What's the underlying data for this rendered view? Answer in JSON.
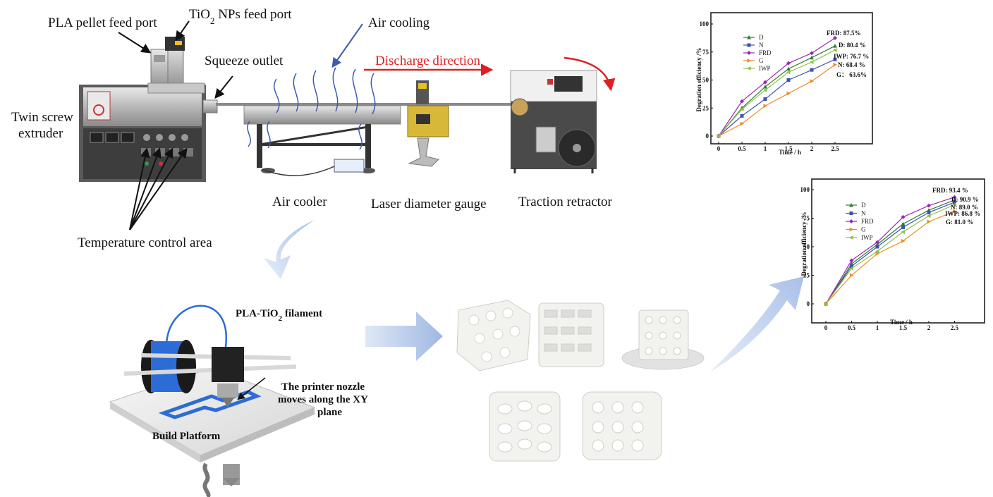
{
  "labels": {
    "pla_feed": "PLA pellet feed port",
    "tio2_feed_main": "TiO",
    "tio2_feed_sub": "2",
    "tio2_feed_tail": " NPs feed port",
    "air_cooling": "Air cooling",
    "squeeze_outlet": "Squeeze outlet",
    "discharge": "Discharge direction",
    "twin_screw_1": "Twin screw",
    "twin_screw_2": "extruder",
    "air_cooler": "Air cooler",
    "laser_gauge": "Laser diameter gauge",
    "traction": "Traction retractor",
    "temp_control": "Temperature control area",
    "filament_main": "PLA-TiO",
    "filament_sub": "2",
    "filament_tail": " filament",
    "nozzle_1": "The printer nozzle",
    "nozzle_2": "moves along the XY",
    "nozzle_3": "plane",
    "build_platform": "Build Platform"
  },
  "colors": {
    "discharge": "#e02020",
    "D": "#2e7d32",
    "N": "#3f51b5",
    "FRD": "#9c27b0",
    "G": "#f08a24",
    "IWP": "#8bc34a"
  },
  "chart_data": [
    {
      "type": "line",
      "ylabel": "Degration efficiency /%",
      "xlabel": "Time / h",
      "xlim": [
        0,
        3.0
      ],
      "ylim": [
        0,
        100
      ],
      "xticks": [
        "0",
        "0.5",
        "1",
        "1.5",
        "2",
        "2.5"
      ],
      "yticks": [
        "0",
        "25",
        "50",
        "75",
        "100"
      ],
      "x": [
        0,
        0.5,
        1,
        1.5,
        2,
        2.5
      ],
      "series": [
        {
          "name": "D",
          "values": [
            0,
            25,
            44,
            60,
            70,
            80.4
          ]
        },
        {
          "name": "N",
          "values": [
            0,
            18,
            33,
            50,
            59,
            68.4
          ]
        },
        {
          "name": "FRD",
          "values": [
            0,
            31,
            48,
            65,
            74,
            87.5
          ]
        },
        {
          "name": "G",
          "values": [
            0,
            11,
            27,
            38,
            49,
            63.6
          ]
        },
        {
          "name": "IWP",
          "values": [
            0,
            24,
            41,
            57,
            66,
            76.7
          ]
        }
      ],
      "annotations": [
        "FRD: 87.5%",
        "D: 80.4 %",
        "IWP: 76.7 %",
        "N: 68.4 %",
        "G：  63.6%"
      ]
    },
    {
      "type": "line",
      "ylabel": "Degration efficiency /%",
      "xlabel": "Time / h",
      "xlim": [
        0,
        3.0
      ],
      "ylim": [
        0,
        100
      ],
      "xticks": [
        "0",
        "0.5",
        "1",
        "1.5",
        "2",
        "2.5"
      ],
      "yticks": [
        "0",
        "25",
        "50",
        "75",
        "100"
      ],
      "x": [
        0,
        0.5,
        1,
        1.5,
        2,
        2.5
      ],
      "series": [
        {
          "name": "D",
          "values": [
            0,
            35,
            52,
            70,
            82,
            90.9
          ]
        },
        {
          "name": "N",
          "values": [
            0,
            33,
            50,
            67,
            80,
            89.0
          ]
        },
        {
          "name": "FRD",
          "values": [
            0,
            38,
            54,
            76,
            86,
            93.4
          ]
        },
        {
          "name": "G",
          "values": [
            0,
            25,
            44,
            55,
            72,
            81.0
          ]
        },
        {
          "name": "IWP",
          "values": [
            0,
            31,
            46,
            63,
            77,
            86.8
          ]
        }
      ],
      "annotations": [
        "FRD:  93.4 %",
        "D: 90.9 %",
        "N:  89.0 %",
        "IWP: 86.8 %",
        "G: 81.0 %"
      ]
    }
  ]
}
